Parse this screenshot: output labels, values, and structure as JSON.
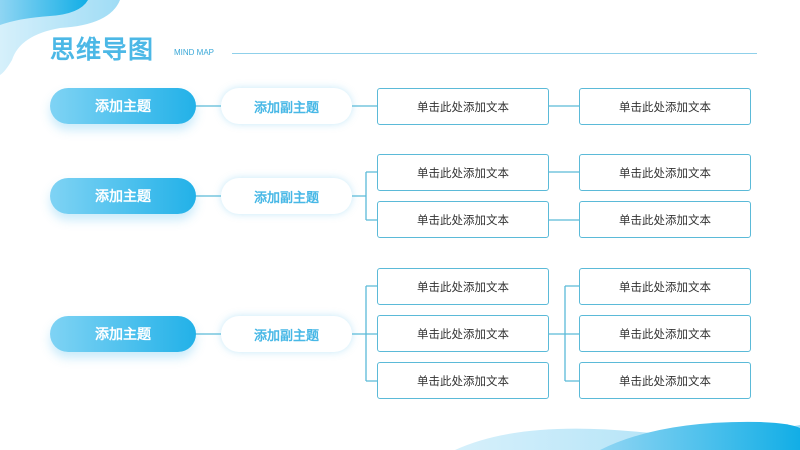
{
  "header": {
    "title": "思维导图",
    "subtitle": "MIND MAP"
  },
  "rows": [
    {
      "main": "添加主题",
      "sub": "添加副主题",
      "col1": [
        "单击此处添加文本"
      ],
      "col2": [
        "单击此处添加文本"
      ]
    },
    {
      "main": "添加主题",
      "sub": "添加副主题",
      "col1": [
        "单击此处添加文本",
        "单击此处添加文本"
      ],
      "col2": [
        "单击此处添加文本",
        "单击此处添加文本"
      ]
    },
    {
      "main": "添加主题",
      "sub": "添加副主题",
      "col1": [
        "单击此处添加文本",
        "单击此处添加文本",
        "单击此处添加文本"
      ],
      "col2": [
        "单击此处添加文本",
        "单击此处添加文本",
        "单击此处添加文本"
      ]
    }
  ],
  "colors": {
    "accent": "#22b1e8",
    "line": "#5bbad8"
  }
}
